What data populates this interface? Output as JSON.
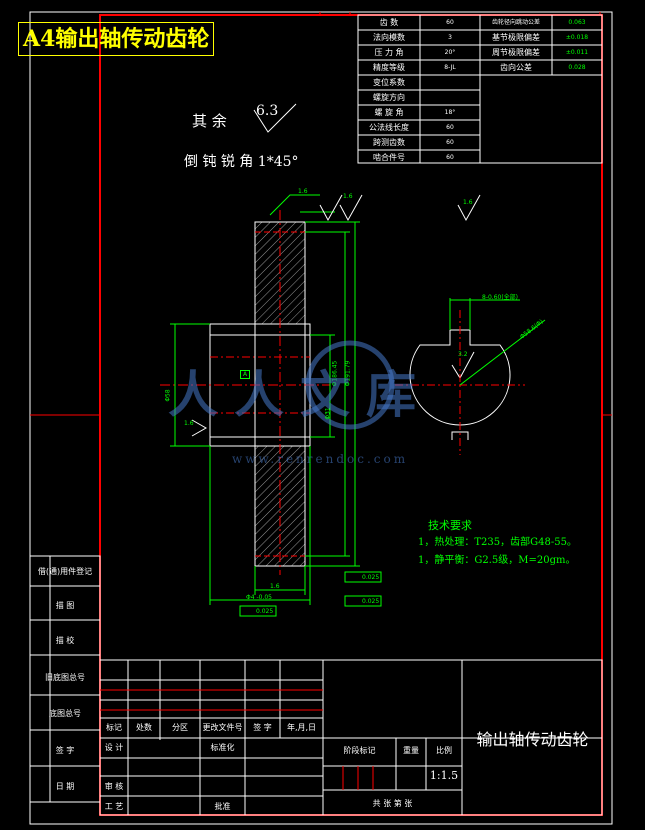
{
  "title": "A4输出轴传动齿轮",
  "drawing_name": "输出轴传动齿轮",
  "scale": "1:1.5",
  "spec_table": {
    "left": [
      {
        "label": "齿 数",
        "value": "60"
      },
      {
        "label": "法向模数",
        "value": "3"
      },
      {
        "label": "压 力 角",
        "value": "20°"
      },
      {
        "label": "精度等级",
        "value": "8-JL"
      },
      {
        "label": "变位系数",
        "value": ""
      },
      {
        "label": "螺旋方向",
        "value": ""
      },
      {
        "label": "螺 旋 角",
        "value": "18°"
      },
      {
        "label": "公法线长度",
        "value": "60"
      },
      {
        "label": "跨测齿数",
        "value": "60"
      },
      {
        "label": "啮合件号",
        "value": "60"
      }
    ],
    "right": [
      {
        "label": "齿轮径向跳动公差",
        "value": "0.063"
      },
      {
        "label": "基节极限偏差",
        "value": "±0.018"
      },
      {
        "label": "周节极限偏差",
        "value": "±0.011"
      },
      {
        "label": "齿向公差",
        "value": "0.028"
      }
    ]
  },
  "surface": {
    "prefix": "其 余",
    "roughness": "6.3"
  },
  "chamfer_note": "倒 钝 锐 角 1*45°",
  "tech_req": {
    "heading": "技术要求",
    "lines": [
      "1，热处理：T235，齿部G48-55。",
      "1，静平衡：G2.5级，M=20gm。"
    ]
  },
  "annotations": {
    "ra_top_left": "1.6",
    "ra_top_mid": "1.6",
    "ra_top_right": "1.6",
    "ra_left": "1.6",
    "ra_keyway": "3.2",
    "keyway_label": "8-0.60(全部)",
    "keyway_circle": "Φ58.6(Φ)",
    "bore_dia": "Φ31",
    "pitch_dia": "Φ186.45",
    "outer_dia": "Φ191.79",
    "hub_dia": "Φ58",
    "datum": "A",
    "width_dim": "Φ4 -0.05",
    "tol_1": "0.025",
    "tol_2": "0.025",
    "tol_3": "0.025",
    "width_top": "1.6"
  },
  "watermark": {
    "cn": "人人文库",
    "url": "www.renrendoc.com"
  },
  "left_column": [
    "借(通)用件登记",
    "描 图",
    "描 校",
    "旧底图总号",
    "底图总号",
    "签 字",
    "日 期"
  ],
  "title_block": {
    "rev_headers": [
      "标记",
      "处数",
      "分区",
      "更改文件号",
      "签 字",
      "年,月,日"
    ],
    "roles": [
      "设 计",
      "标准化",
      "审 核",
      "工 艺",
      "批准"
    ],
    "stage_label": "阶段标记",
    "weight_label": "重量",
    "scale_label": "比例",
    "sheets": "共  张  第  张"
  }
}
